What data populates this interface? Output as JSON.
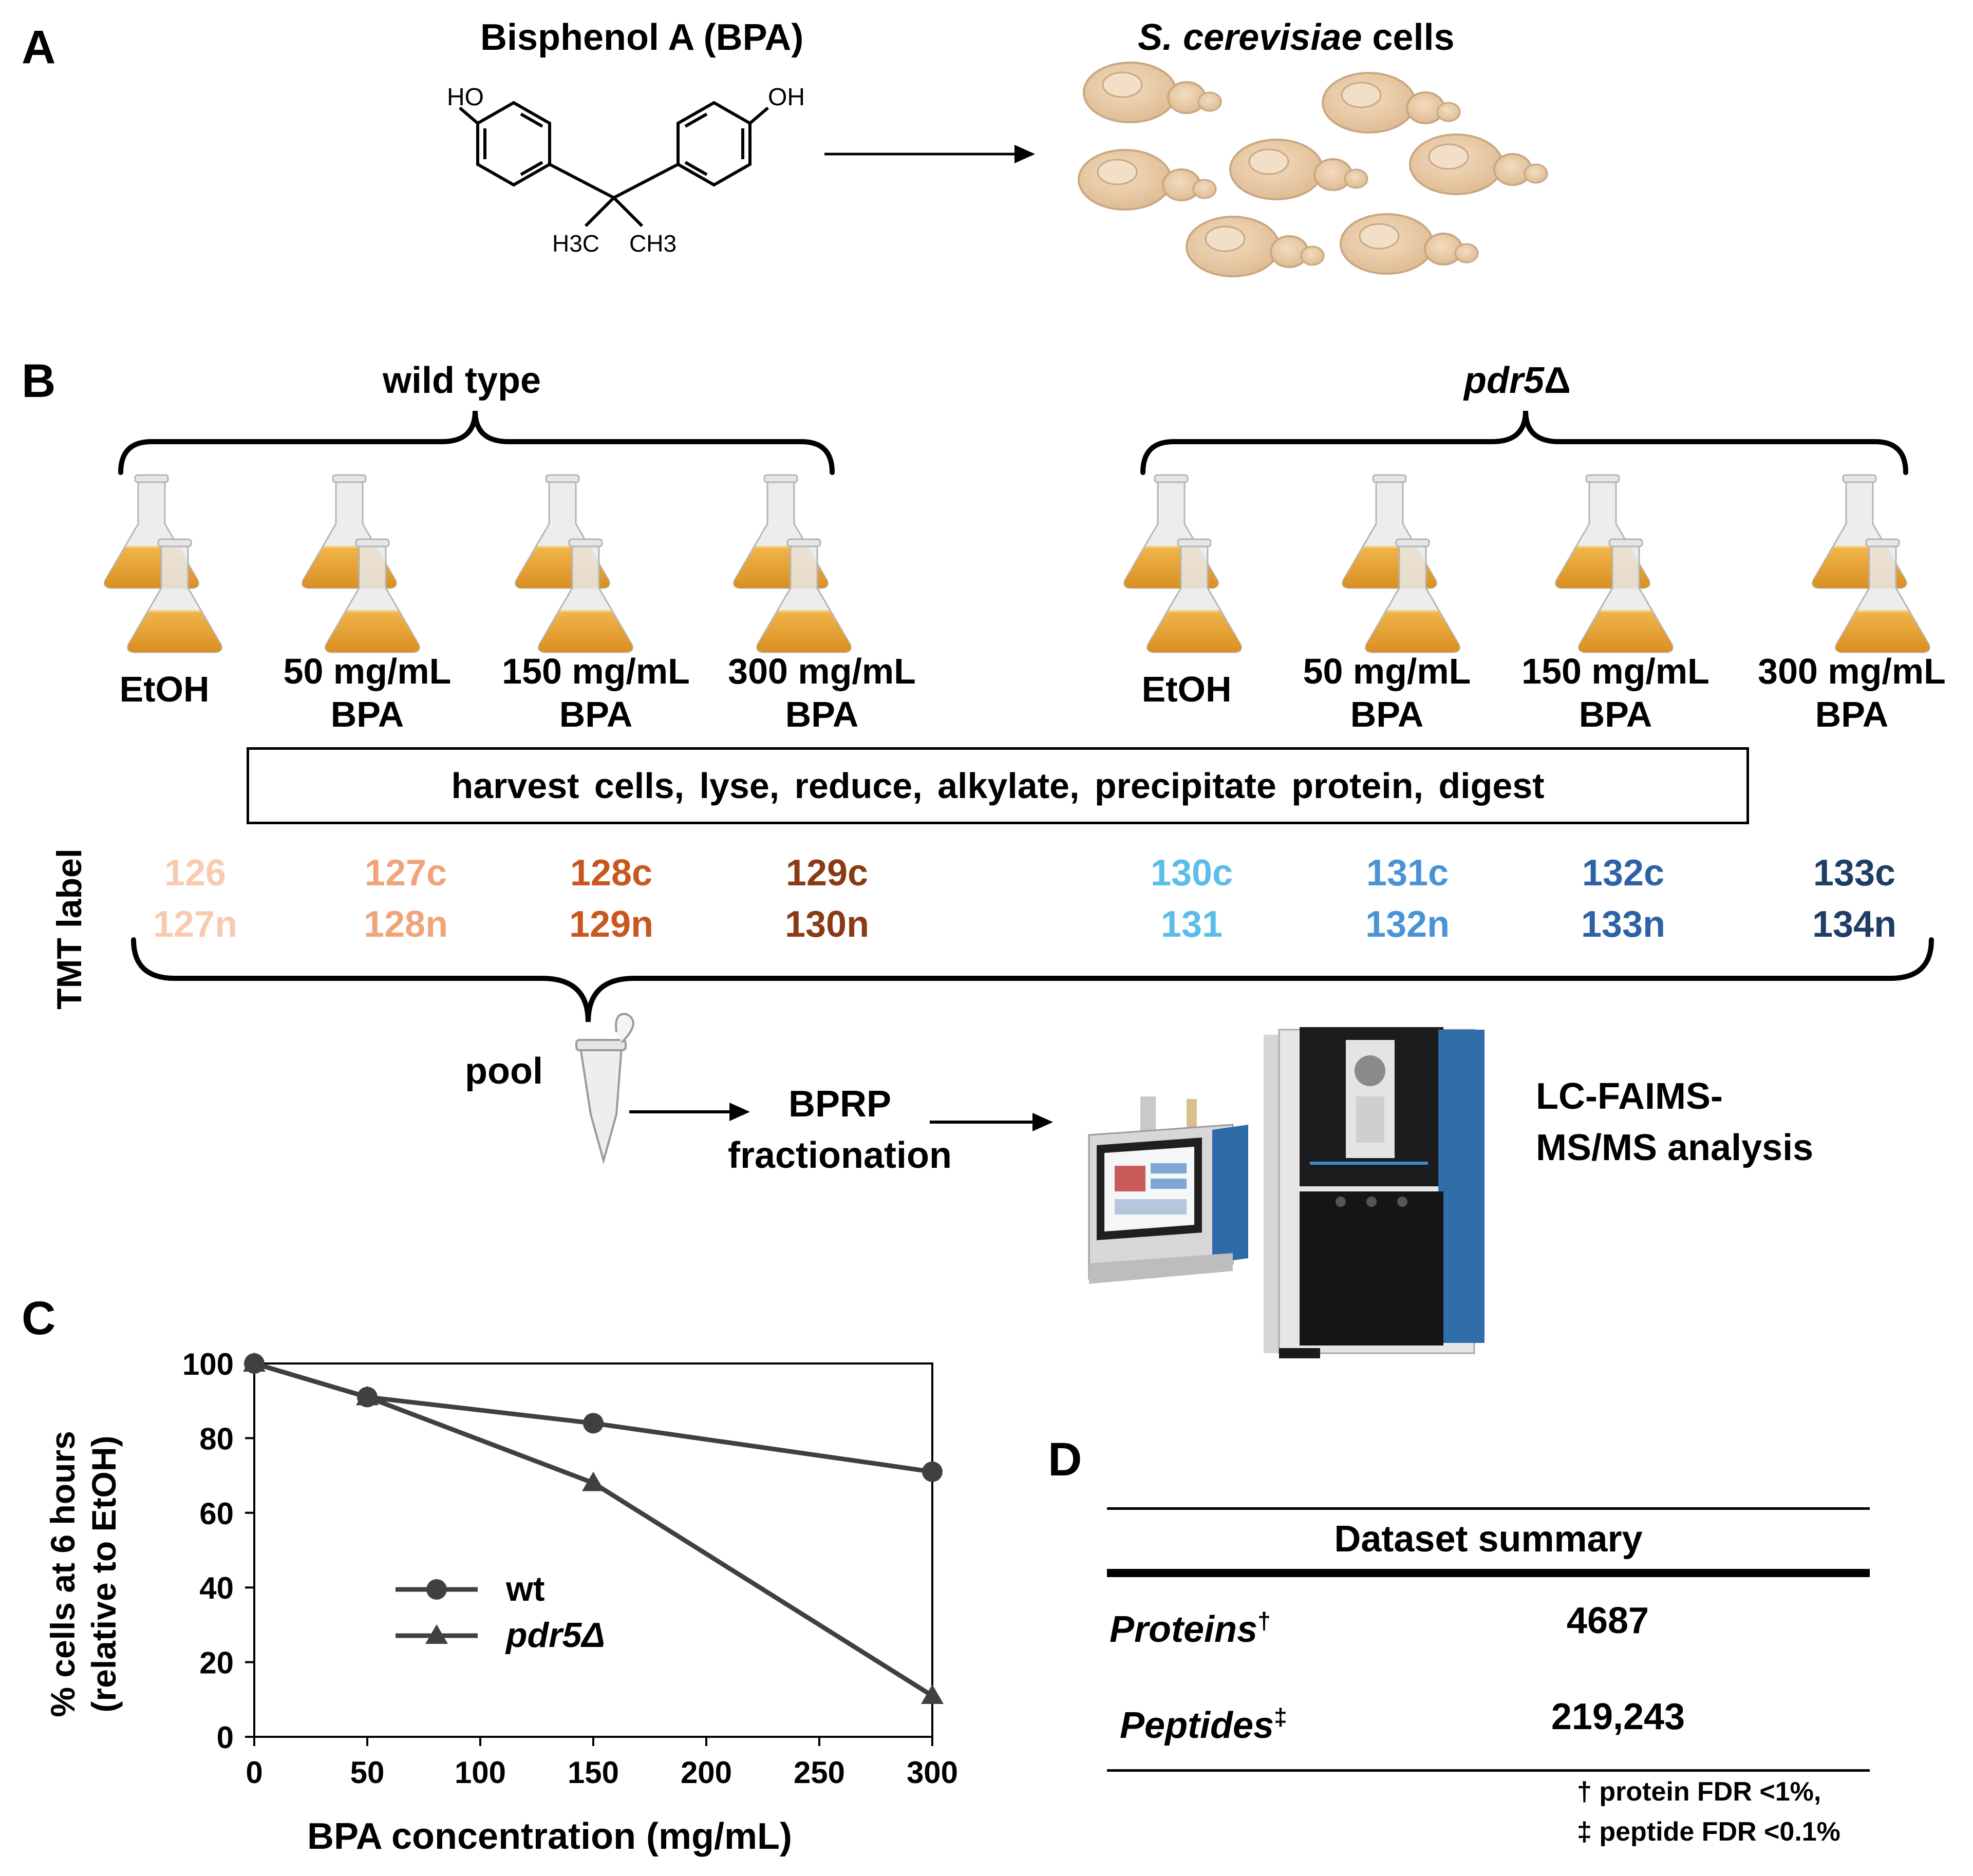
{
  "panels": {
    "A": "A",
    "B": "B",
    "C": "C",
    "D": "D"
  },
  "panel_a": {
    "bpa_title": "Bisphenol A (BPA)",
    "ho_left": "HO",
    "oh_right": "OH",
    "h3c": "H3C",
    "ch3": "CH3",
    "cells_title_italic": "S. cerevisiae",
    "cells_title_rest": "cells"
  },
  "panel_b": {
    "wild_type": "wild type",
    "pdr5_italic": "pdr5",
    "pdr5_delta": "Δ",
    "conditions": [
      {
        "line1": "EtOH",
        "line2": ""
      },
      {
        "line1": "50 mg/mL",
        "line2": "BPA"
      },
      {
        "line1": "150 mg/mL",
        "line2": "BPA"
      },
      {
        "line1": "300 mg/mL",
        "line2": "BPA"
      },
      {
        "line1": "EtOH",
        "line2": ""
      },
      {
        "line1": "50 mg/mL",
        "line2": "BPA"
      },
      {
        "line1": "150 mg/mL",
        "line2": "BPA"
      },
      {
        "line1": "300 mg/mL",
        "line2": "BPA"
      }
    ],
    "workflow_box": "harvest cells, lyse, reduce, alkylate, precipitate protein, digest",
    "tmt_axis_label": "TMT label",
    "tmt_labels": [
      {
        "top": "126",
        "bottom": "127n",
        "color": "#f7cbb0"
      },
      {
        "top": "127c",
        "bottom": "128n",
        "color": "#f0a47a"
      },
      {
        "top": "128c",
        "bottom": "129n",
        "color": "#c8561e"
      },
      {
        "top": "129c",
        "bottom": "130n",
        "color": "#8a3a14"
      },
      {
        "top": "130c",
        "bottom": "131",
        "color": "#5bbde8"
      },
      {
        "top": "131c",
        "bottom": "132n",
        "color": "#4a94d6"
      },
      {
        "top": "132c",
        "bottom": "133n",
        "color": "#2e62a6"
      },
      {
        "top": "133c",
        "bottom": "134n",
        "color": "#1f3e66"
      }
    ],
    "pool": "pool",
    "bprp_line1": "BPRP",
    "bprp_line2": "fractionation",
    "lc_line1": "LC-FAIMS-",
    "lc_line2": "MS/MS analysis",
    "colors": {
      "flask_liquid": "#e8a63a",
      "flask_glass": "#d8d8d8",
      "yeast": "#e9cfae",
      "yeast_outline": "#c9a782"
    }
  },
  "panel_d": {
    "title": "Dataset summary",
    "rows": [
      {
        "label": "Proteins",
        "mark": "†",
        "value": "4687"
      },
      {
        "label": "Peptides",
        "mark": "‡",
        "value": "219,243"
      }
    ],
    "footnote1": "† protein FDR <1%,",
    "footnote2": "‡ peptide FDR <0.1%"
  },
  "chart_data": {
    "type": "line",
    "xlabel": "BPA concentration  (mg/mL)",
    "ylabel_line1": "% cells at 6 hours",
    "ylabel_line2": "(relative to EtOH)",
    "xlim": [
      0,
      300
    ],
    "ylim": [
      0,
      100
    ],
    "xticks": [
      0,
      50,
      100,
      150,
      200,
      250,
      300
    ],
    "yticks": [
      0,
      20,
      40,
      60,
      80,
      100
    ],
    "grid": false,
    "legend_position": "center-left",
    "series": [
      {
        "name": "wt",
        "italic": false,
        "marker": "circle",
        "color": "#404040",
        "x": [
          0,
          50,
          150,
          300
        ],
        "y": [
          100,
          91,
          84,
          71
        ]
      },
      {
        "name": "pdr5Δ",
        "italic": true,
        "marker": "triangle",
        "color": "#404040",
        "x": [
          0,
          50,
          150,
          300
        ],
        "y": [
          100,
          91,
          68,
          11
        ]
      }
    ]
  }
}
